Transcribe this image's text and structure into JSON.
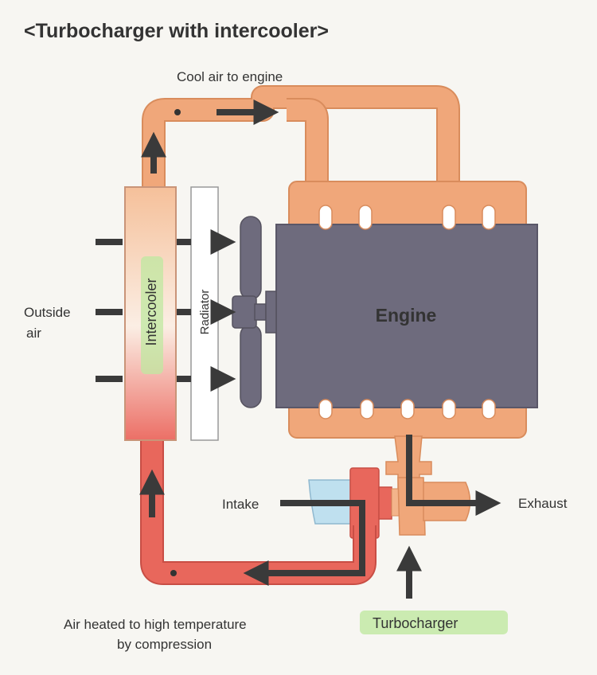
{
  "title": "<Turbocharger with intercooler>",
  "labels": {
    "cool_air": "Cool air to engine",
    "outside_air_line1": "Outside",
    "outside_air_line2": "air",
    "intercooler": "Intercooler",
    "radiator": "Radiator",
    "engine": "Engine",
    "intake": "Intake",
    "exhaust": "Exhaust",
    "turbocharger": "Turbocharger",
    "heated_air_line1": "Air heated to high temperature",
    "heated_air_line2": "by compression"
  },
  "colors": {
    "background": "#f7f6f2",
    "engine": "#6e6b7d",
    "cool_pipe": "#f0a77a",
    "hot_pipe": "#e8675c",
    "intake_housing": "#bfe0ef",
    "arrow": "#3a3a3a",
    "highlight": "#bfe8a0"
  }
}
